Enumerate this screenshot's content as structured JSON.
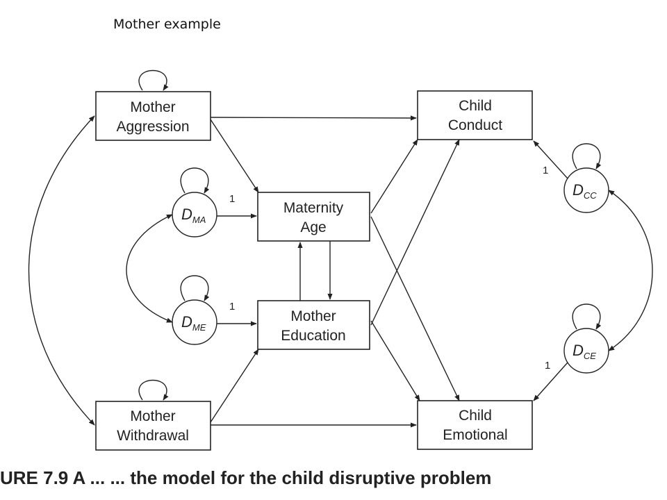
{
  "slide": {
    "title": "Mother example"
  },
  "nodes": {
    "mother_aggression": [
      "Mother",
      "Aggression"
    ],
    "mother_withdrawal": [
      "Mother",
      "Withdrawal"
    ],
    "maternity_age": [
      "Maternity",
      "Age"
    ],
    "mother_education": [
      "Mother",
      "Education"
    ],
    "child_conduct": [
      "Child",
      "Conduct"
    ],
    "child_emotional": [
      "Child",
      "Emotional"
    ]
  },
  "disturbances": {
    "d_ma": {
      "main": "D",
      "sub": "MA"
    },
    "d_me": {
      "main": "D",
      "sub": "ME"
    },
    "d_cc": {
      "main": "D",
      "sub": "CC"
    },
    "d_ce": {
      "main": "D",
      "sub": "CE"
    }
  },
  "path_labels": {
    "d_ma": "1",
    "d_me": "1",
    "d_cc": "1",
    "d_ce": "1"
  },
  "caption_fragment": "URE 7.9   A ... ...   the model for the child disruptive problem"
}
